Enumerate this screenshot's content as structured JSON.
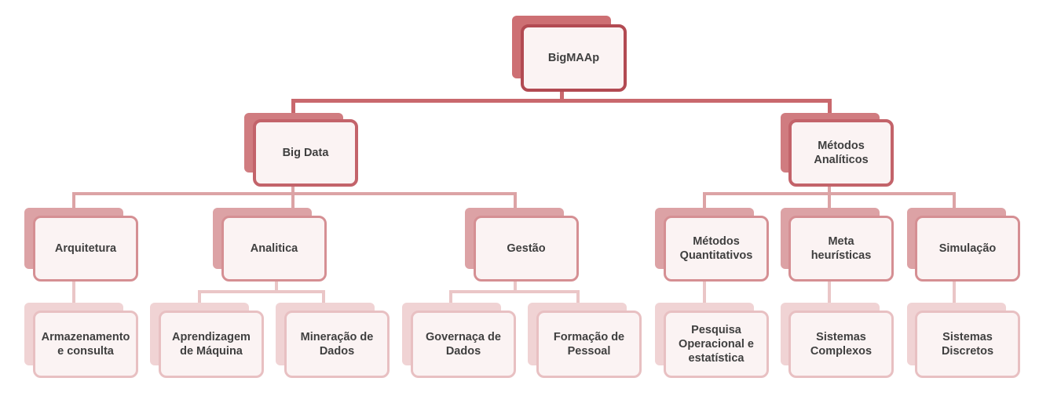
{
  "root": {
    "label": "BigMAAp"
  },
  "branches": [
    {
      "label": "Big Data",
      "children": [
        {
          "label": "Arquitetura",
          "children": [
            "Armazenamento e consulta"
          ]
        },
        {
          "label": "Analitica",
          "children": [
            "Aprendizagem de Máquina",
            "Mineração de Dados"
          ]
        },
        {
          "label": "Gestão",
          "children": [
            "Governaça de Dados",
            "Formação de Pessoal"
          ]
        }
      ]
    },
    {
      "label": "Métodos Analíticos",
      "children": [
        {
          "label": "Métodos Quantitativos",
          "children": [
            "Pesquisa Operacional e estatística"
          ]
        },
        {
          "label": "Meta heurísticas",
          "children": [
            "Sistemas Complexos"
          ]
        },
        {
          "label": "Simulação",
          "children": [
            "Sistemas Discretos"
          ]
        }
      ]
    }
  ]
}
